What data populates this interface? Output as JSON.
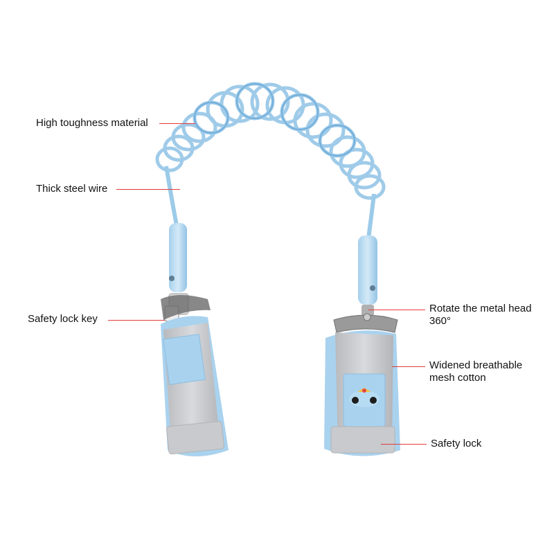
{
  "callouts": {
    "high_toughness": "High toughness material",
    "steel_wire": "Thick steel wire",
    "lock_key": "Safety lock key",
    "rotate_head": "Rotate the metal head 360°",
    "breathable": "Widened breathable mesh cotton",
    "safety_lock": "Safety lock"
  },
  "colors": {
    "leader_line": "#e23b3b",
    "coil": "#8fc3e6",
    "strap_grey": "#c9cbcf",
    "cuff_blue": "#a9d2ee"
  }
}
